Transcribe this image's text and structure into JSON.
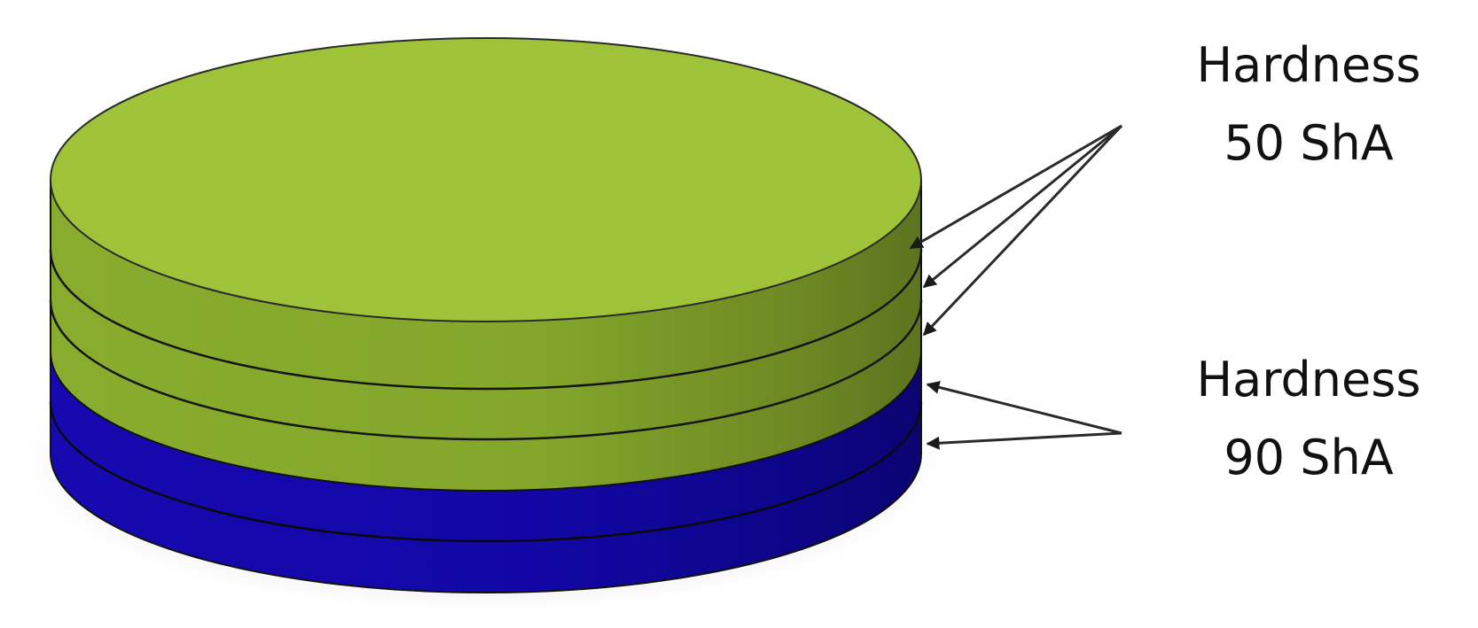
{
  "diagram": {
    "type": "layered-cylinder",
    "layers_top_to_bottom": [
      {
        "name": "layer-1",
        "material_group": "soft",
        "color": "#9DC23A"
      },
      {
        "name": "layer-2",
        "material_group": "soft",
        "color": "#86A82C"
      },
      {
        "name": "layer-3",
        "material_group": "soft",
        "color": "#86A82C"
      },
      {
        "name": "layer-4",
        "material_group": "hard",
        "color": "#1407A8"
      },
      {
        "name": "layer-5",
        "material_group": "hard",
        "color": "#1407A8"
      }
    ],
    "colors": {
      "top_face": "#9EC339",
      "green_side_light": "#8AAE2E",
      "green_side_dark": "#5E7620",
      "blue_side_light": "#1509AE",
      "blue_side_dark": "#0B0578",
      "outline": "#1a1a1a",
      "arrow": "#2a2a2a"
    }
  },
  "labels": {
    "soft": {
      "line1": "Hardness",
      "line2": "50 ShA"
    },
    "hard": {
      "line1": "Hardness",
      "line2": "90 ShA"
    }
  }
}
